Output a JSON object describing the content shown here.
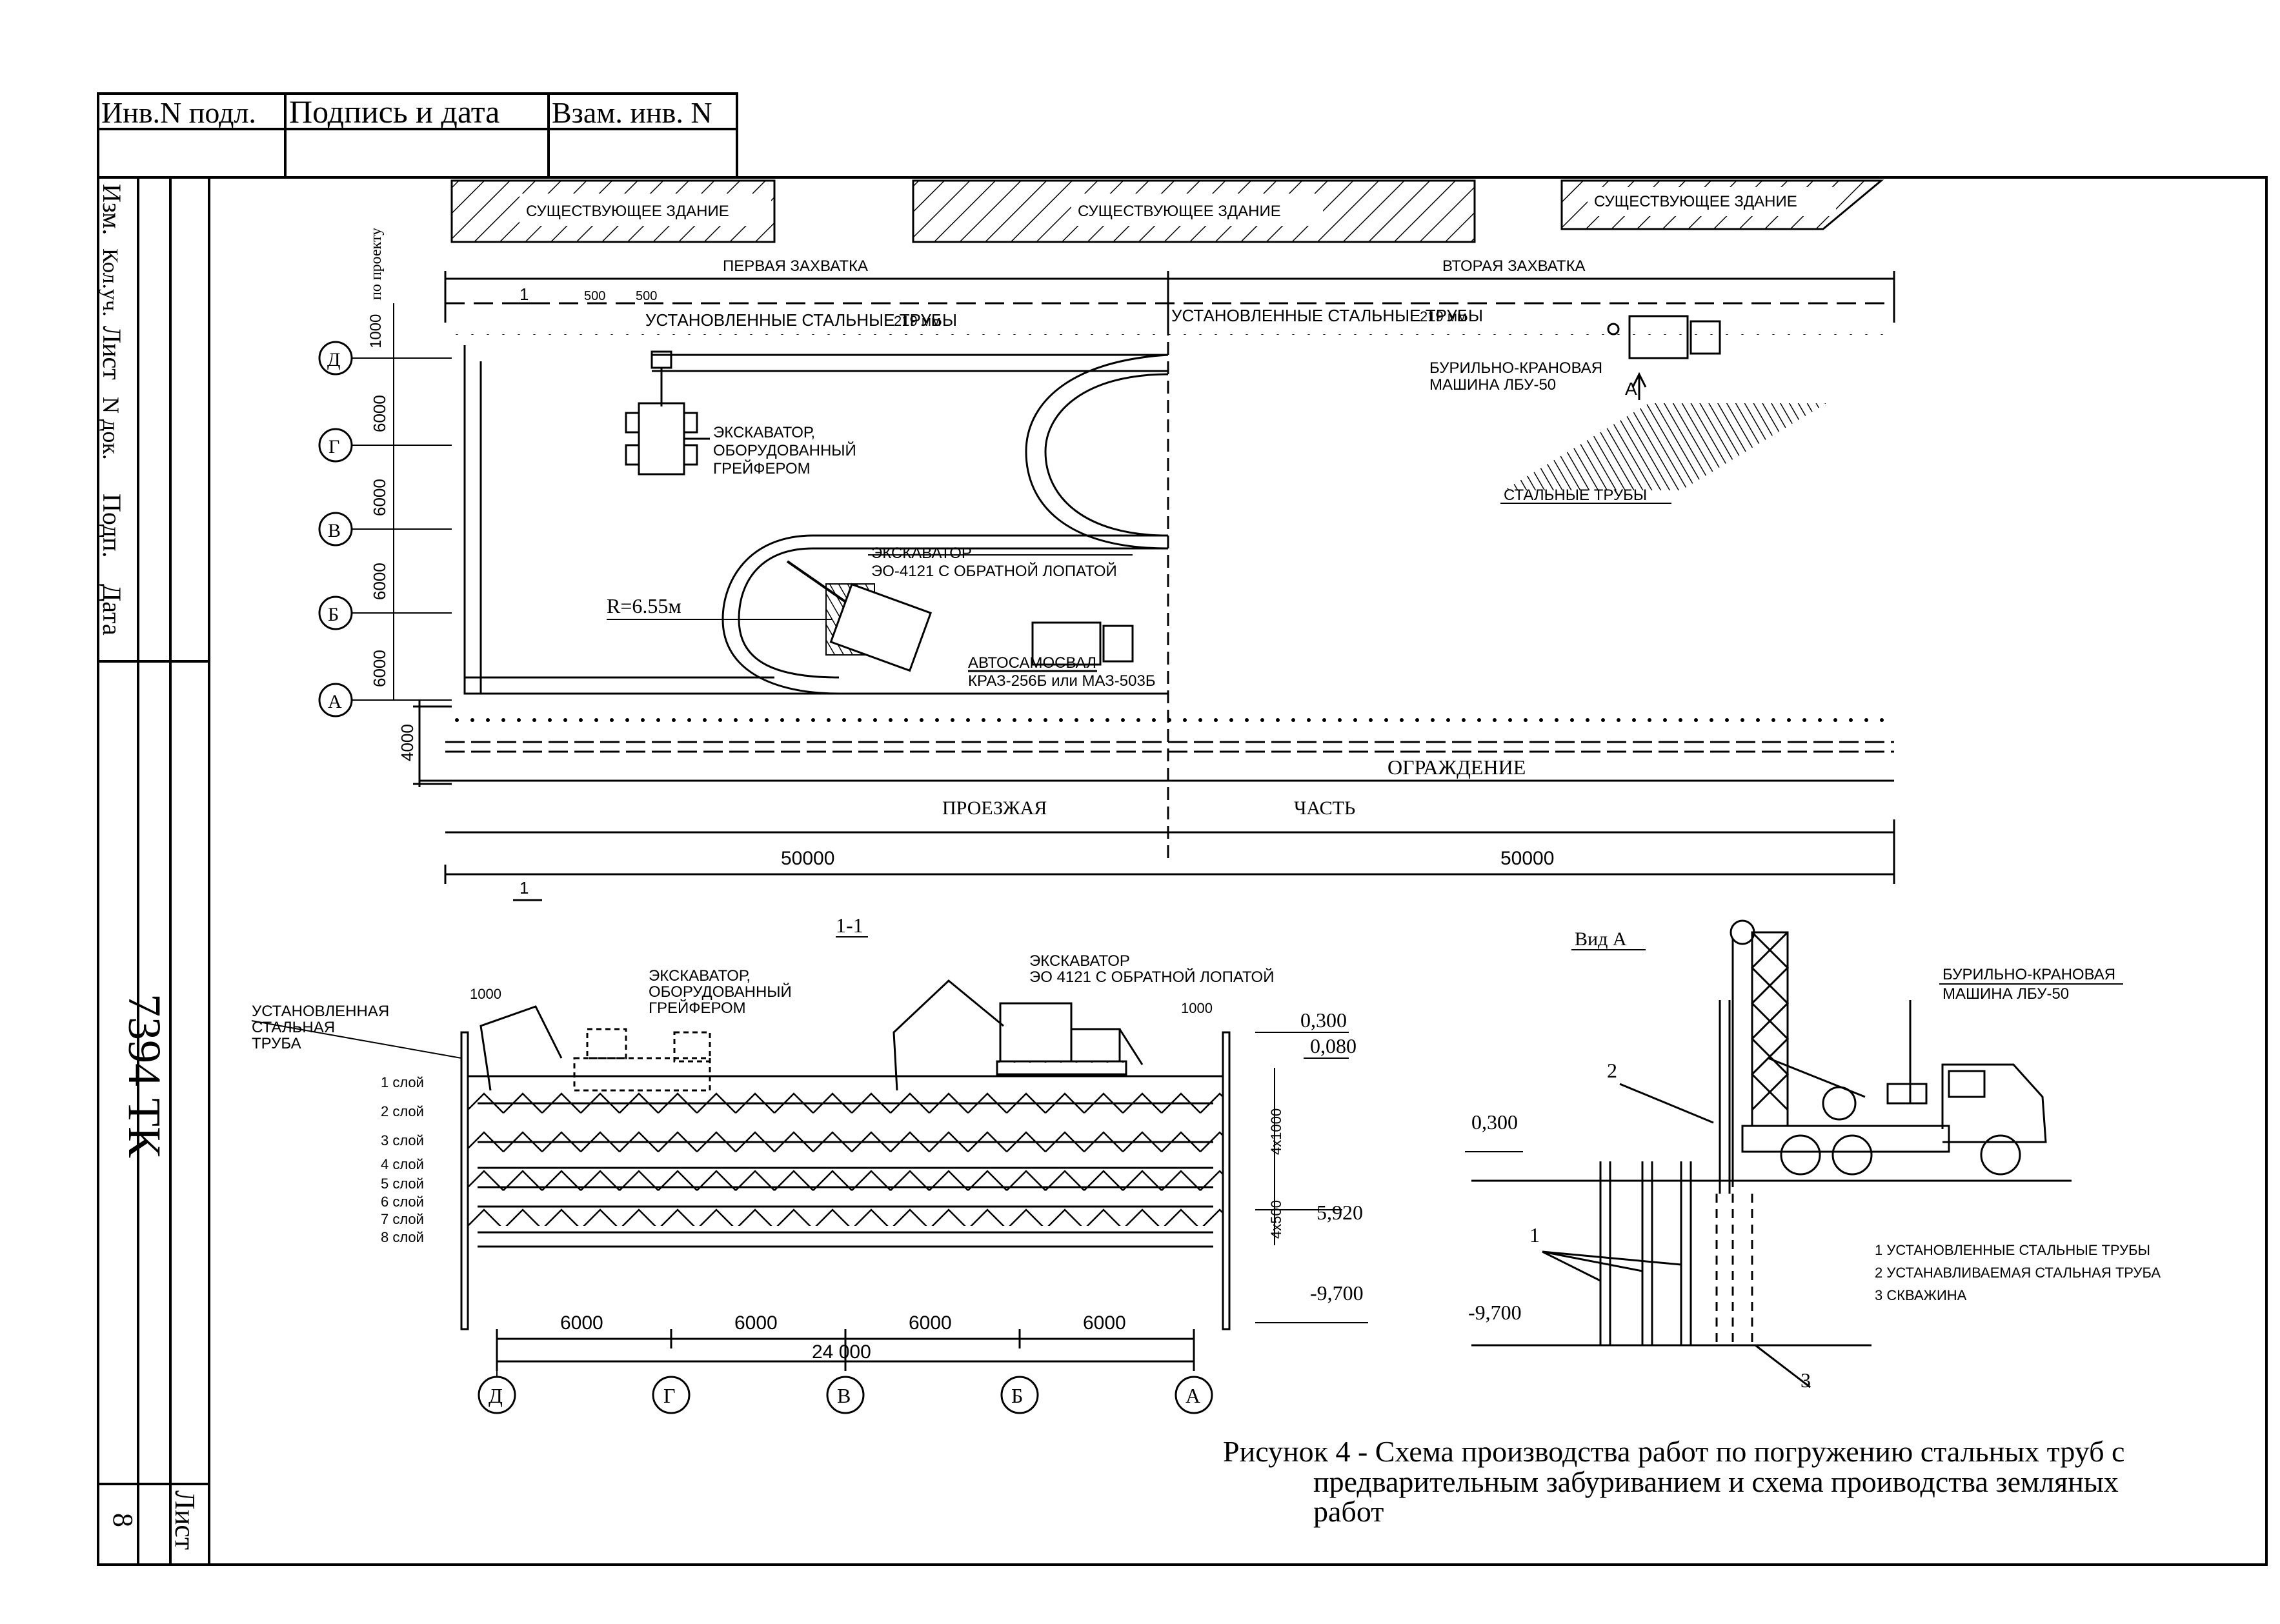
{
  "stamp": {
    "cells": [
      "Инв.N подл.",
      "Подпись и дата",
      "Взам. инв. N"
    ],
    "side_labels": [
      "Изм.",
      "Кол.уч.",
      "Лист",
      "N док.",
      "Подп.",
      "Дата"
    ],
    "doc_code": "7394 ТК",
    "sheet_label": "Лист",
    "sheet_number": "8"
  },
  "plan": {
    "existing_building": "СУЩЕСТВУЮЩЕЕ ЗДАНИЕ",
    "first_stage": "ПЕРВАЯ ЗАХВАТКА",
    "second_stage": "ВТОРАЯ ЗАХВАТКА",
    "installed_pipes": "УСТАНОВЛЕННЫЕ СТАЛЬНЫЕ ТРУБЫ",
    "pipe_diameter": "219 мм",
    "drill_crane_1": "БУРИЛЬНО-КРАНОВАЯ",
    "drill_crane_2": "МАШИНА ЛБУ-50",
    "view_mark": "А",
    "steel_pipes": "СТАЛЬНЫЕ ТРУБЫ",
    "excavator_grab_1": "ЭКСКАВАТОР,",
    "excavator_grab_2": "ОБОРУДОВАННЫЙ",
    "excavator_grab_3": "ГРЕЙФЕРОМ",
    "excavator_back_1": "ЭКСКАВАТОР",
    "excavator_back_2": "ЭО-4121 С ОБРАТНОЙ ЛОПАТОЙ",
    "radius": "R=6.55м",
    "dump_truck_1": "АВТОСАМОСВАЛ",
    "dump_truck_2": "КРАЗ-256Б или МАЗ-503Б",
    "fence": "ОГРАЖДЕНИЕ",
    "road_1": "ПРОЕЗЖАЯ",
    "road_2": "ЧАСТЬ",
    "dim_left": "50000",
    "dim_right": "50000",
    "dim_4000": "4000",
    "dim_500a": "500",
    "dim_500b": "500",
    "dim_1000": "1000",
    "by_project": "по проекту",
    "row_dims": [
      "6000",
      "6000",
      "6000",
      "6000"
    ],
    "axes": [
      "Д",
      "Г",
      "В",
      "Б",
      "А"
    ],
    "cut_mark": "1"
  },
  "section": {
    "title": "1-1",
    "installed_pipe_1": "УСТАНОВЛЕННАЯ",
    "installed_pipe_2": "СТАЛЬНАЯ",
    "installed_pipe_3": "ТРУБА",
    "excavator_grab_1": "ЭКСКАВАТОР,",
    "excavator_grab_2": "ОБОРУДОВАННЫЙ",
    "excavator_grab_3": "ГРЕЙФЕРОМ",
    "excavator_back_1": "ЭКСКАВАТОР",
    "excavator_back_2": "ЭО 4121 С ОБРАТНОЙ ЛОПАТОЙ",
    "dim_1000_left": "1000",
    "dim_1000_right": "1000",
    "level_0300": "0,300",
    "level_0080": "0,080",
    "level_5920": "5,920",
    "level_9700": "-9,700",
    "layers": [
      "1 слой",
      "2 слой",
      "3 слой",
      "4 слой",
      "5 слой",
      "6 слой",
      "7 слой",
      "8 слой"
    ],
    "v_dim_top": "4x1000",
    "v_dim_bottom": "4x500",
    "spans": [
      "6000",
      "6000",
      "6000",
      "6000"
    ],
    "total": "24 000",
    "axes": [
      "Д",
      "Г",
      "В",
      "Б",
      "А"
    ]
  },
  "view_a": {
    "title": "Вид А",
    "machine_1": "БУРИЛЬНО-КРАНОВАЯ",
    "machine_2": "МАШИНА ЛБУ-50",
    "level_0300": "0,300",
    "level_9700": "-9,700",
    "callout_1": "1",
    "callout_2": "2",
    "callout_3": "3",
    "legend": [
      "1 УСТАНОВЛЕННЫЕ СТАЛЬНЫЕ ТРУБЫ",
      "2 УСТАНАВЛИВАЕМАЯ СТАЛЬНАЯ ТРУБА",
      "3 СКВАЖИНА"
    ]
  },
  "caption": {
    "line1": "Рисунок 4 - Схема производства работ по погружению стальных труб с",
    "line2": "предварительным забуриванием и схема проиводства земляных",
    "line3": "работ"
  }
}
